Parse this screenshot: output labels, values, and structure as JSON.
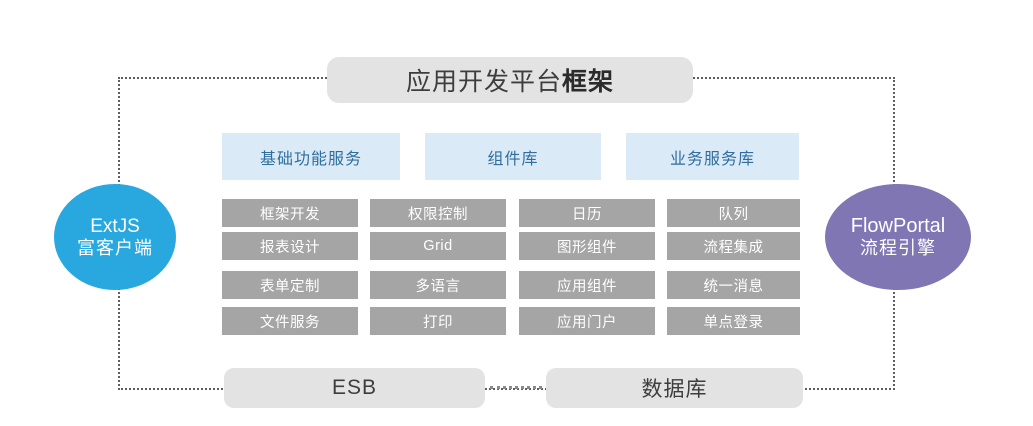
{
  "diagram": {
    "title": {
      "normal": "应用开发平台",
      "bold": "框架",
      "full": "应用开发平台框架"
    },
    "categories": [
      {
        "label": "基础功能服务"
      },
      {
        "label": "组件库"
      },
      {
        "label": "业务服务库"
      }
    ],
    "columns": [
      {
        "cells": [
          "框架开发",
          "报表设计",
          "表单定制",
          "文件服务"
        ]
      },
      {
        "cells": [
          "权限控制",
          "Grid",
          "多语言",
          "打印"
        ]
      },
      {
        "cells": [
          "日历",
          "图形组件",
          "应用组件",
          "应用门户"
        ]
      },
      {
        "cells": [
          "队列",
          "流程集成",
          "统一消息",
          "单点登录"
        ]
      }
    ],
    "left_node": {
      "line1": "ExtJS",
      "line2": "富客户端"
    },
    "right_node": {
      "line1": "FlowPortal",
      "line2": "流程引擎"
    },
    "bottom": [
      {
        "label": "ESB"
      },
      {
        "label": "数据库"
      }
    ],
    "colors": {
      "category_bg": "#daeaf6",
      "category_text": "#2f6e9e",
      "cell_bg": "#a5a5a5",
      "cell_text": "#ffffff",
      "pill_bg": "#e3e3e3",
      "pill_text": "#3d3d3d",
      "left_node_bg": "#29a8e0",
      "right_node_bg": "#7f76b3",
      "frame_border": "#5d5d66",
      "page_bg": "#ffffff"
    }
  }
}
